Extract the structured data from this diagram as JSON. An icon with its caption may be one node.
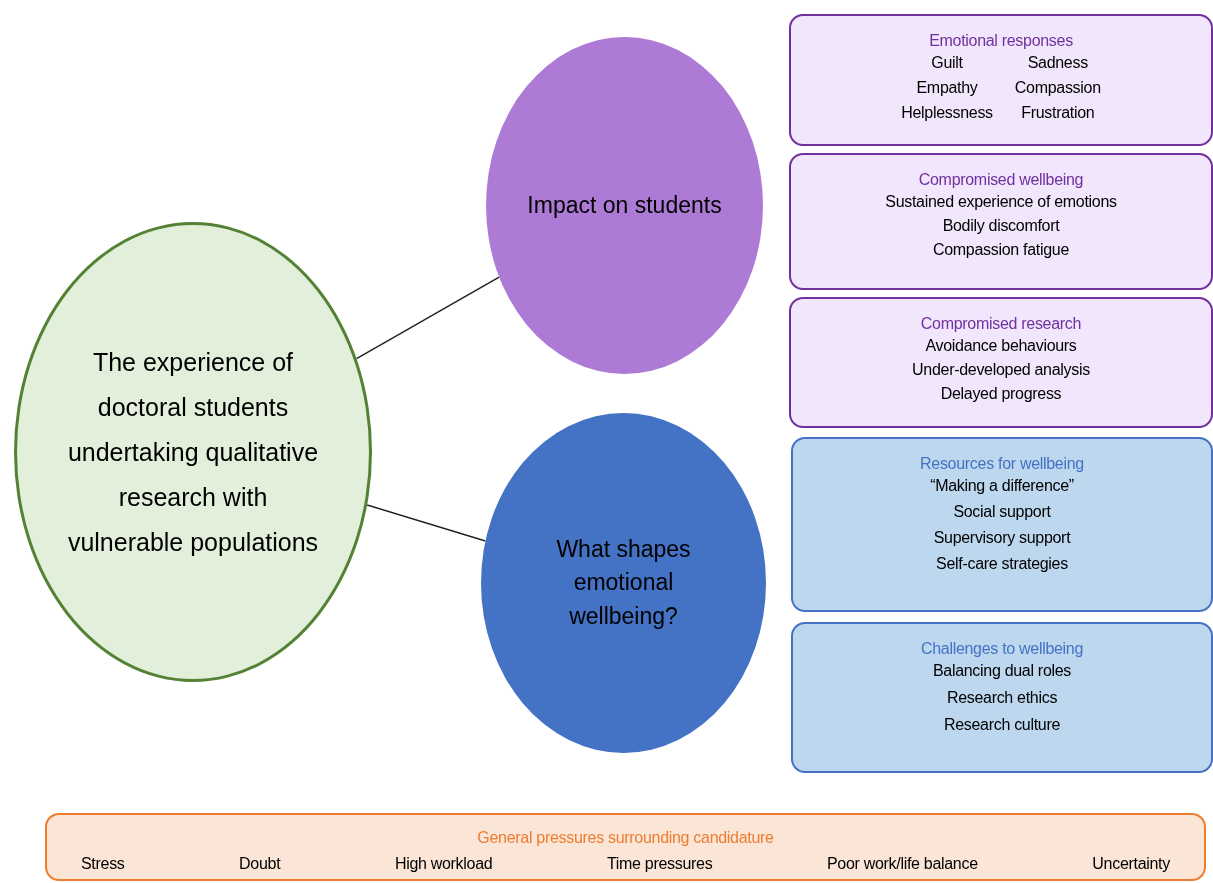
{
  "diagram": {
    "nodes": [
      {
        "text": [
          "The experience of doctoral students undertaking qualitative research with vulnerable populations"
        ]
      },
      {
        "text": [
          "Impact on students"
        ]
      },
      {
        "text": [
          "What shapes emotional wellbeing?"
        ]
      },
      {
        "text": [
          "Emotional responses",
          "Guilt",
          "Sadness",
          "Empathy",
          "Compassion",
          "Helplessness",
          "Frustration"
        ]
      },
      {
        "text": [
          "Compromised wellbeing",
          "Sustained experience of emotions",
          "Bodily discomfort",
          "Compassion fatigue"
        ]
      },
      {
        "text": [
          "Compromised research",
          "Avoidance behaviours",
          "Under-developed analysis",
          "Delayed progress"
        ]
      },
      {
        "text": [
          "Resources for wellbeing",
          "“Making a difference”",
          "Social support",
          "Supervisory support",
          "Self-care strategies"
        ]
      },
      {
        "text": [
          "Challenges to wellbeing",
          "Balancing dual roles",
          "Research ethics",
          "Research culture"
        ]
      },
      {
        "text": [
          "General pressures surrounding candidature",
          "Stress",
          "Doubt",
          "High workload",
          "Time pressures",
          "Poor work/life balance",
          "Uncertainty"
        ]
      }
    ],
    "edges": [
      {
        "from": 0,
        "to": 1,
        "arrow": "none"
      },
      {
        "from": 0,
        "to": 2,
        "arrow": "none"
      }
    ]
  }
}
